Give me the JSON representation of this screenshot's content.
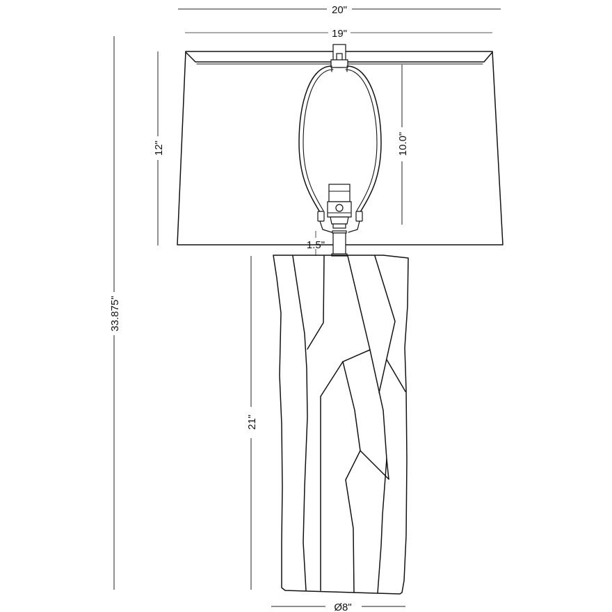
{
  "diagram": {
    "subject": "Table lamp dimension drawing",
    "background": "#ffffff",
    "line_color": "#111111",
    "dimensions": {
      "overall_width": "20\"",
      "shade_top_width": "19\"",
      "shade_height": "12\"",
      "harp_height": "10.0\"",
      "overall_height": "33.875\"",
      "neck_height": "1.5\"",
      "base_height": "21\"",
      "base_diameter": "Ø8\""
    },
    "parts": [
      "shade",
      "finial",
      "harp",
      "socket",
      "neck",
      "faceted-base"
    ]
  }
}
